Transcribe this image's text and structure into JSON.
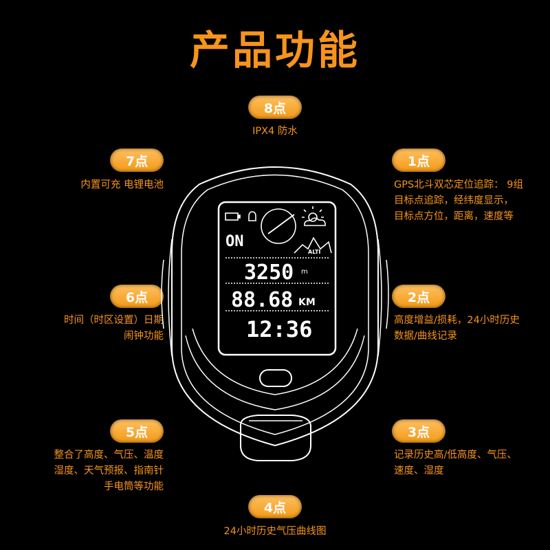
{
  "page": {
    "title": "产品功能"
  },
  "features": {
    "p8": {
      "badge": "8点",
      "lines": [
        "IPX4 防水"
      ]
    },
    "p7": {
      "badge": "7点",
      "lines": [
        "内置可充 电锂电池"
      ]
    },
    "p1": {
      "badge": "1点",
      "lines": [
        "GPS北斗双芯定位追踪： 9组",
        "目标点追踪，经纬度显示，",
        "目标点方位，距离，速度等"
      ]
    },
    "p6": {
      "badge": "6点",
      "lines": [
        "时间（时区设置）日期",
        "闹钟功能"
      ]
    },
    "p2": {
      "badge": "2点",
      "lines": [
        "高度增益/损耗，24小时历史",
        "数据/曲线记录"
      ]
    },
    "p5": {
      "badge": "5点",
      "lines": [
        "整合了高度、气压、温度",
        "湿度、天气预报、指南针",
        "手电筒等功能"
      ]
    },
    "p3": {
      "badge": "3点",
      "lines": [
        "记录历史高/低高度、气压、",
        "速度、湿度"
      ]
    },
    "p4": {
      "badge": "4点",
      "lines": [
        "24小时历史气压曲线图"
      ]
    }
  },
  "device_screen": {
    "status": "ON",
    "altitude": "3250",
    "altitude_unit": "m",
    "distance": "88.68",
    "distance_unit": "KM",
    "time": "12:36",
    "baro_label": "ALTI"
  },
  "colors": {
    "accent": "#f7941d",
    "background": "#000000",
    "badge_top": "#ffc061",
    "badge_bottom": "#f39a17"
  }
}
